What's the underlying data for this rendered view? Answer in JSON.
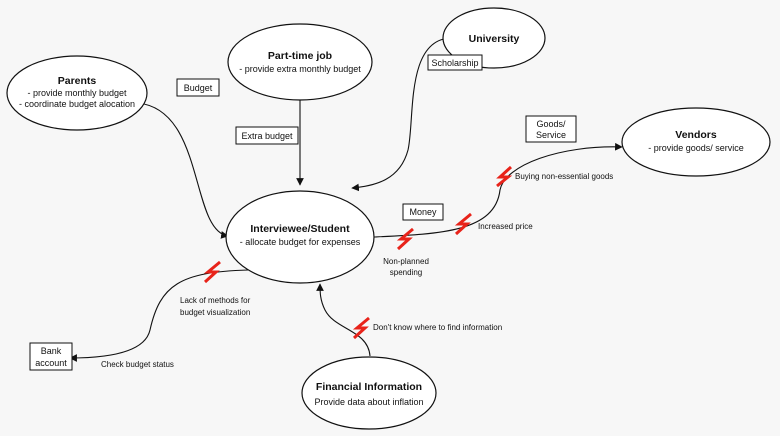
{
  "nodes": {
    "parents": {
      "title": "Parents",
      "lines": [
        "- provide monthly budget",
        "- coordinate budget alocation"
      ]
    },
    "parttime": {
      "title": "Part-time job",
      "lines": [
        "- provide extra monthly budget"
      ]
    },
    "university": {
      "title": "University",
      "lines": []
    },
    "student": {
      "title": "Interviewee/Student",
      "lines": [
        "- allocate budget for expenses"
      ]
    },
    "vendors": {
      "title": "Vendors",
      "lines": [
        "- provide goods/ service"
      ]
    },
    "financial": {
      "title": "Financial Information",
      "lines": [
        "Provide data about inflation"
      ]
    }
  },
  "boxes": {
    "budget": "Budget",
    "extra_budget": "Extra budget",
    "scholarship": "Scholarship",
    "money": "Money",
    "goods": [
      "Goods/",
      "Service"
    ],
    "bank": [
      "Bank",
      "account"
    ]
  },
  "labels": {
    "buying": "Buying non-essential goods",
    "increased": "Increased price",
    "nonplanned": [
      "Non-planned",
      "spending"
    ],
    "lack": [
      "Lack of methods for",
      "budget visualization"
    ],
    "check": "Check budget status",
    "dontknow": "Don't know where to find information"
  },
  "colors": {
    "pain_point": "#e8231a",
    "stroke": "#111111",
    "background": "#f7f7f7"
  }
}
